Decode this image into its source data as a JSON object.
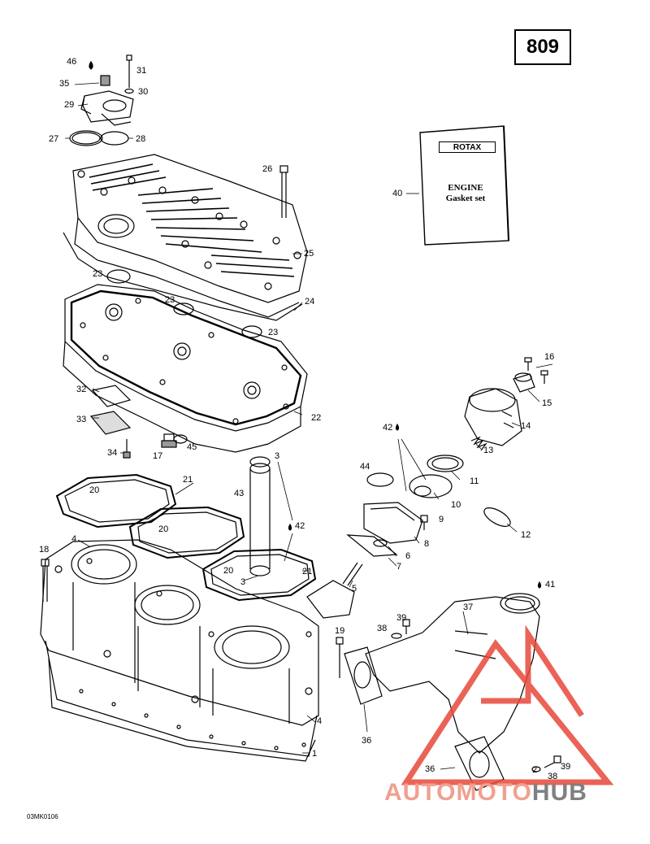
{
  "page_number": "809",
  "booklet": {
    "logo": "ROTAX",
    "line1": "ENGINE",
    "line2": "Gasket set"
  },
  "brand": {
    "part1": "AUTOMOTO",
    "part2": "HUB",
    "logo_color": "#e8483a",
    "text_color": "#f0a090",
    "text_color2": "#808080"
  },
  "ref_code": "03MK0106",
  "callouts": [
    {
      "id": "46",
      "text": "46"
    },
    {
      "id": "31",
      "text": "31"
    },
    {
      "id": "35",
      "text": "35"
    },
    {
      "id": "30",
      "text": "30"
    },
    {
      "id": "29",
      "text": "29"
    },
    {
      "id": "27",
      "text": "27"
    },
    {
      "id": "28",
      "text": "28"
    },
    {
      "id": "26",
      "text": "26"
    },
    {
      "id": "40",
      "text": "40"
    },
    {
      "id": "25",
      "text": "25"
    },
    {
      "id": "23a",
      "text": "23"
    },
    {
      "id": "23b",
      "text": "23"
    },
    {
      "id": "24",
      "text": "24"
    },
    {
      "id": "23c",
      "text": "23"
    },
    {
      "id": "16",
      "text": "16"
    },
    {
      "id": "15",
      "text": "15"
    },
    {
      "id": "32",
      "text": "32"
    },
    {
      "id": "22",
      "text": "22"
    },
    {
      "id": "33",
      "text": "33"
    },
    {
      "id": "14",
      "text": "14"
    },
    {
      "id": "42a",
      "text": "42"
    },
    {
      "id": "13",
      "text": "13"
    },
    {
      "id": "34",
      "text": "34"
    },
    {
      "id": "45",
      "text": "45"
    },
    {
      "id": "17",
      "text": "17"
    },
    {
      "id": "3a",
      "text": "3"
    },
    {
      "id": "44",
      "text": "44"
    },
    {
      "id": "11",
      "text": "11"
    },
    {
      "id": "21a",
      "text": "21"
    },
    {
      "id": "20a",
      "text": "20"
    },
    {
      "id": "43",
      "text": "43"
    },
    {
      "id": "10",
      "text": "10"
    },
    {
      "id": "12",
      "text": "12"
    },
    {
      "id": "9",
      "text": "9"
    },
    {
      "id": "20b",
      "text": "20"
    },
    {
      "id": "42b",
      "text": "42"
    },
    {
      "id": "8",
      "text": "8"
    },
    {
      "id": "4a",
      "text": "4"
    },
    {
      "id": "6",
      "text": "6"
    },
    {
      "id": "18",
      "text": "18"
    },
    {
      "id": "7",
      "text": "7"
    },
    {
      "id": "20c",
      "text": "20"
    },
    {
      "id": "21b",
      "text": "21"
    },
    {
      "id": "3b",
      "text": "3"
    },
    {
      "id": "5",
      "text": "5"
    },
    {
      "id": "41",
      "text": "41"
    },
    {
      "id": "37",
      "text": "37"
    },
    {
      "id": "39a",
      "text": "39"
    },
    {
      "id": "38a",
      "text": "38"
    },
    {
      "id": "19",
      "text": "19"
    },
    {
      "id": "4b",
      "text": "4"
    },
    {
      "id": "36a",
      "text": "36"
    },
    {
      "id": "1",
      "text": "1"
    },
    {
      "id": "36b",
      "text": "36"
    },
    {
      "id": "39b",
      "text": "39"
    },
    {
      "id": "2",
      "text": "2"
    },
    {
      "id": "38b",
      "text": "38"
    }
  ]
}
